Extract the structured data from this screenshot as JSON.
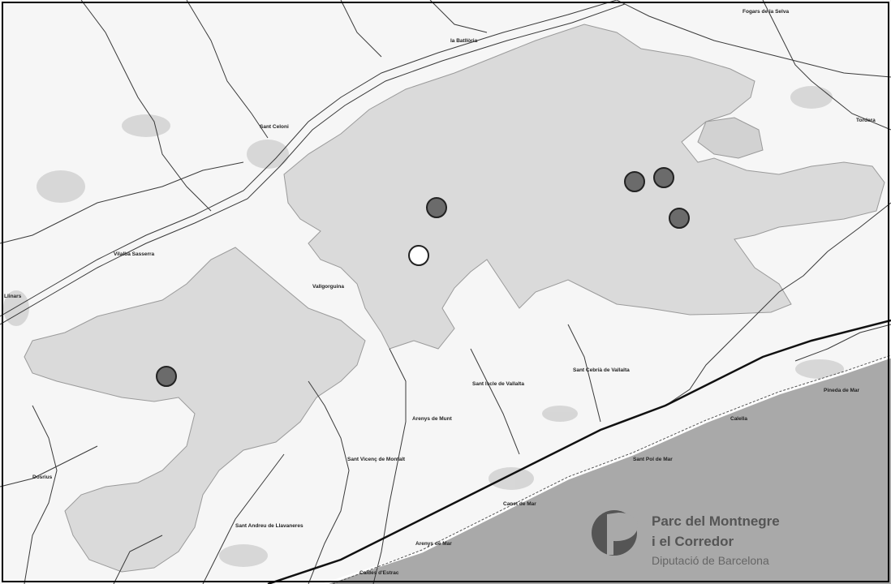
{
  "colors": {
    "park_fill": "#dadada",
    "sea": "#a9a9a9",
    "marker_dark": "#6b6b6b",
    "marker_light": "#ffffff",
    "road": "#222222",
    "logo": "#555555"
  },
  "brand": {
    "line1": "Parc del Montnegre",
    "line2": "i el Corredor",
    "org": "Diputació de Barcelona",
    "logo_icon": "park-logo-icon"
  },
  "places": {
    "sant_celoni": "Sant Celoni",
    "vilalba_sasserra": "Vilalba Sasserra",
    "llinars": "Llinars",
    "vallgorguina": "Vallgorguina",
    "sant_iscle": "Sant Iscle de Vallalta",
    "sant_cebria": "Sant Cebrià de Vallalta",
    "arenys_munt": "Arenys de Munt",
    "sant_vicenc": "Sant Vicenç de Montalt",
    "sant_andreu": "Sant Andreu de Llavaneres",
    "dosrius": "Dosrius",
    "caldes": "Caldes d'Estrac",
    "arenys_mar": "Arenys de Mar",
    "canet": "Canet de Mar",
    "sant_pol": "Sant Pol de Mar",
    "calella": "Calella",
    "pineda": "Pineda de Mar",
    "tordera": "Tordera",
    "fogars": "Fogars de la Selva",
    "batlloria": "la Batllòria"
  },
  "markers": [
    {
      "id": "marker-1",
      "style": "dark"
    },
    {
      "id": "marker-2",
      "style": "light"
    },
    {
      "id": "marker-3",
      "style": "dark"
    },
    {
      "id": "marker-4",
      "style": "dark"
    },
    {
      "id": "marker-5",
      "style": "dark"
    },
    {
      "id": "marker-6",
      "style": "dark"
    }
  ]
}
